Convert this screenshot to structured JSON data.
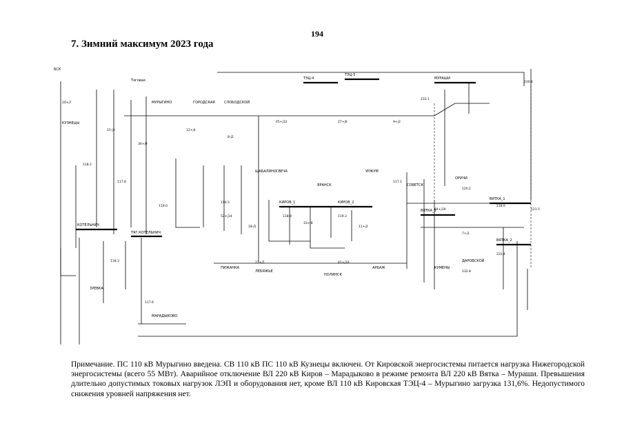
{
  "page_number": "194",
  "title": "7. Зимний максимум 2023 года",
  "diagram": {
    "nodes": [
      {
        "id": "bsk",
        "label": "БСК"
      },
      {
        "id": "tyagovaya",
        "label": "Тяговая"
      },
      {
        "id": "kotelnich",
        "label": "КОТЕЛЬНИЧ"
      },
      {
        "id": "kotelnich-t",
        "label": "ТЯГ.КОТЕЛЬНИЧ"
      },
      {
        "id": "kirov1",
        "label": "КИРОВ_1"
      },
      {
        "id": "kirov2",
        "label": "КИРОВ_2"
      },
      {
        "id": "vyatka",
        "label": "ВЯТКА_1"
      },
      {
        "id": "vyatka2",
        "label": "ВЯТКА_2"
      },
      {
        "id": "vyatka3",
        "label": "ВЯТКА_3"
      },
      {
        "id": "mureshi",
        "label": "МУРАШИ"
      },
      {
        "id": "tec4",
        "label": "ТЭЦ-4"
      },
      {
        "id": "tec5",
        "label": "ТЭЦ-5"
      },
      {
        "id": "kuznetsy",
        "label": "КУЗНЕЦЫ"
      },
      {
        "id": "murygino",
        "label": "МУРЫГИНО"
      },
      {
        "id": "gorodskaya",
        "label": "ГОРОДСКАЯ"
      },
      {
        "id": "slobodskoy",
        "label": "СЛОБОДСКОЙ"
      },
      {
        "id": "shabalino",
        "label": "ШАБАЛИНО"
      },
      {
        "id": "svecha",
        "label": "СВЕЧА"
      },
      {
        "id": "yaransk",
        "label": "ЯРАНСК"
      },
      {
        "id": "urzhum",
        "label": "УРЖУМ"
      },
      {
        "id": "sovetsk",
        "label": "СОВЕТСК"
      },
      {
        "id": "orichi",
        "label": "ОРИЧИ"
      },
      {
        "id": "darovskoy",
        "label": "ДАРОВСКОЙ"
      },
      {
        "id": "pizhanka",
        "label": "ПИЖАНКА"
      },
      {
        "id": "lebyazhe",
        "label": "ЛЕБЯЖЬЕ"
      },
      {
        "id": "nolinsk",
        "label": "НОЛИНСК"
      },
      {
        "id": "arbazh",
        "label": "АРБАЖ"
      },
      {
        "id": "kumeny",
        "label": "КУМЕНЫ"
      },
      {
        "id": "marady",
        "label": "МАРАДЫКОВО"
      },
      {
        "id": "zuevka",
        "label": "ЗУЕВКА"
      }
    ],
    "voltages": [
      "118.2",
      "117.8",
      "119.0",
      "116.5",
      "118.9",
      "119.3",
      "117.1",
      "120.2",
      "118.6",
      "121.5",
      "232.8",
      "231.4",
      "118.3",
      "117.6",
      "233.1",
      "230.6"
    ],
    "flows": [
      "20+j7",
      "15-j3",
      "34+j9",
      "12+j4",
      "8-j2",
      "45+j12",
      "27+j6",
      "9+j3",
      "52+j14",
      "18-j5",
      "33+j8",
      "11+j2",
      "64+j19",
      "7+j1",
      "23+j5",
      "41+j10"
    ]
  },
  "note": "Примечание. ПС 110 кВ Мурыгино введена. СВ 110 кВ ПС 110 кВ Кузнецы включен. От Кировской энергосистемы питается нагрузка Нижегородской энергосистемы (всего 55 МВт). Аварийное отключение ВЛ 220 кВ Киров – Марадыково в режиме ремонта ВЛ 220 кВ Вятка – Мураши. Превышения длительно допустимых токовых нагрузок ЛЭП и оборудования нет, кроме ВЛ 110 кВ Кировская ТЭЦ-4 – Мурыгино загрузка 131,6%. Недопустимого снижения уровней напряжения нет."
}
